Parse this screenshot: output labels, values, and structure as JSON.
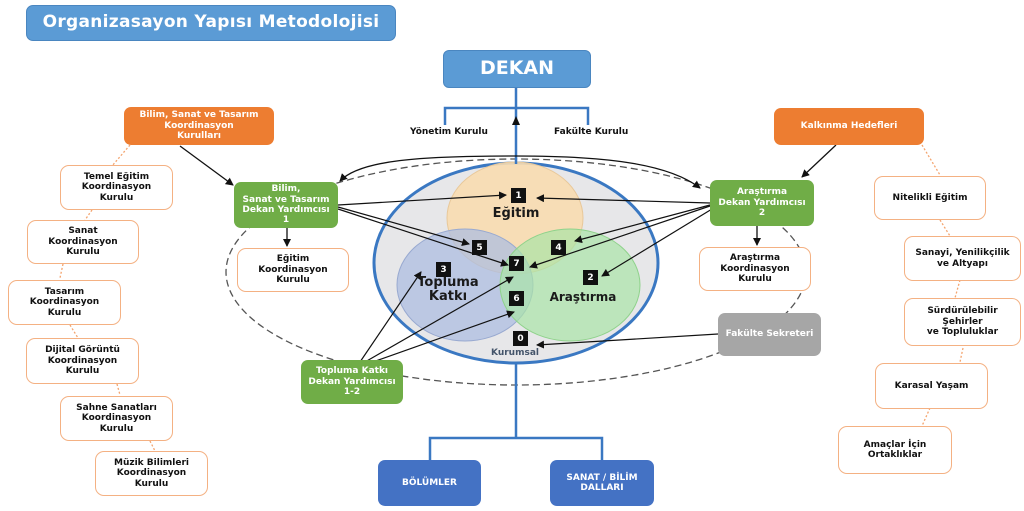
{
  "title": "Organizasayon Yapısı Metodolojisi",
  "dekan": "DEKAN",
  "boards": {
    "yonetim": "Yönetim Kurulu",
    "fakulte": "Fakülte Kurulu"
  },
  "left_orange": "Bilim, Sanat ve Tasarım\nKoordinasyon\nKurulları",
  "right_orange": "Kalkınma Hedefleri",
  "left_green": "Bilim,\nSanat ve Tasarım\nDekan Yardımcısı\n1",
  "right_green": "Araştırma\nDekan Yardımcısı\n2",
  "bottom_green": "Topluma Katkı\nDekan Yardımcısı\n1-2",
  "left_sub": "Eğitim\nKoordinasyon\nKurulu",
  "right_sub": "Araştırma\nKoordinasyon\nKurulu",
  "secretary": "Fakülte Sekreteri",
  "left_chain": [
    "Temel Eğitim\nKoordinasyon\nKurulu",
    "Sanat\nKoordinasyon\nKurulu",
    "Tasarım\nKoordinasyon\nKurulu",
    "Dijital Görüntü\nKoordinasyon\nKurulu",
    "Sahne Sanatları\nKoordinasyon\nKurulu",
    "Müzik Bilimleri\nKoordinasyon\nKurulu"
  ],
  "right_chain": [
    "Nitelikli Eğitim",
    "Sanayi, Yenilikçilik\nve Altyapı",
    "Sürdürülebilir\nŞehirler\nve Topluluklar",
    "Karasal Yaşam",
    "Amaçlar İçin\nOrtaklıklar"
  ],
  "venn": {
    "egitim": "Eğitim",
    "arastirma": "Araştırma",
    "topluma": "Topluma\nKatkı",
    "kurumsal": "Kurumsal",
    "numbers": [
      "1",
      "2",
      "3",
      "4",
      "5",
      "6",
      "7",
      "0"
    ]
  },
  "bottom": {
    "bolumler": "BÖLÜMLER",
    "dallar": "SANAT / BİLİM\nDALLARI"
  },
  "colors": {
    "blue": "#5b9bd5",
    "navy": "#4472c4",
    "orange": "#ed7d31",
    "green": "#70ad47",
    "gray": "#a6a6a6",
    "egitim": "#f8dbb0",
    "arastirma": "#a9e4a6",
    "topluma": "#aebde0",
    "kurumsal": "#e7e7e9"
  }
}
